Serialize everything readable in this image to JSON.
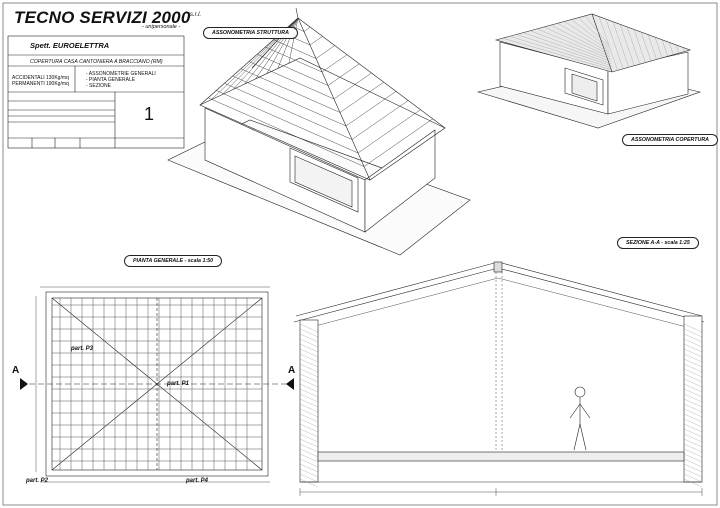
{
  "title_block": {
    "company": "TECNO SERVIZI 2000",
    "company_suffix": "s.r.l.",
    "company_tag": "- unipersonale -",
    "client": "Spett. EUROELETTRA",
    "project": "COPERTURA CASA CANTONIERA A BRACCIANO (RM)",
    "load_left": [
      "ACCIDENTALI",
      "PERMANENTI"
    ],
    "load_right": [
      "130Kg/mq",
      "190Kg/mq"
    ],
    "contents": [
      "- ASSONOMETRIE GENERALI",
      "- PIANTA GENERALE",
      "- SEZIONE"
    ],
    "sheet_number": "1"
  },
  "labels": {
    "axo_structure": "ASSONOMETRIA STRUTTURA",
    "axo_roof": "ASSONOMETRIA COPERTURA",
    "plan": "PIANTA GENERALE - scala 1:50",
    "section": "SEZIONE A-A - scala 1:25",
    "part_p1": "part. P1",
    "part_p2": "part. P2",
    "part_p3": "part. P3",
    "part_p4": "part. P4",
    "section_mark_left": "A",
    "section_mark_right": "A"
  }
}
